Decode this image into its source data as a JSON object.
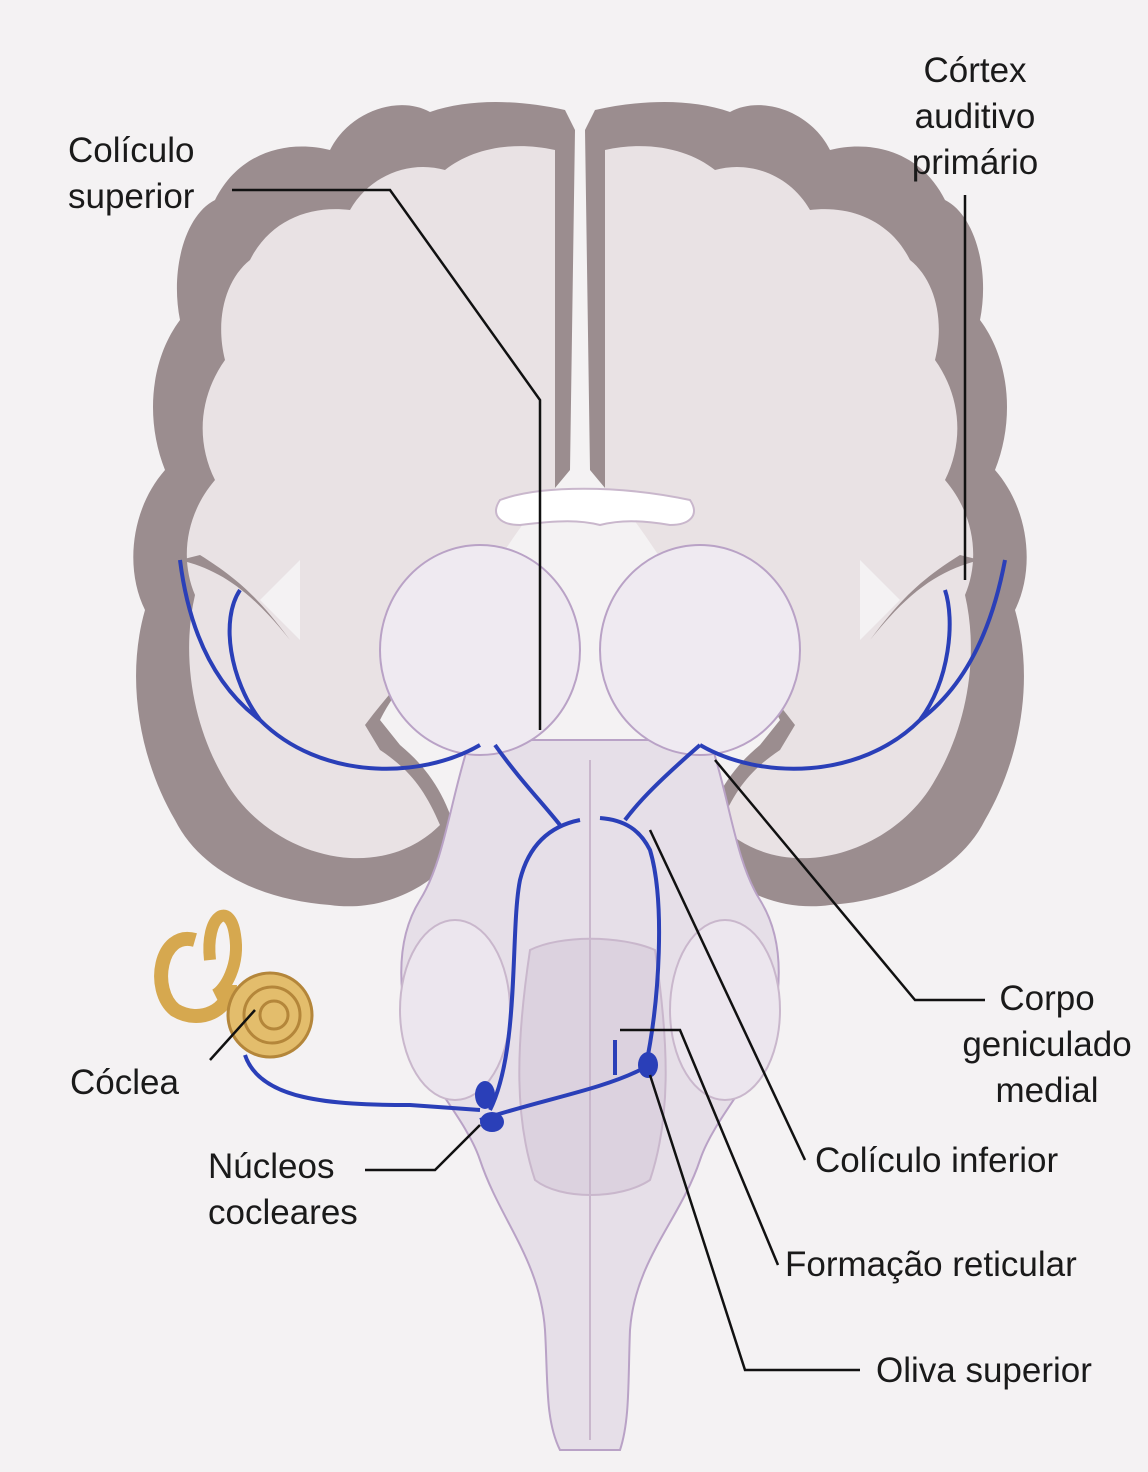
{
  "labels": {
    "coliculo_superior": [
      "Colículo",
      "superior"
    ],
    "cortex_auditivo": [
      "Córtex",
      "auditivo",
      "primário"
    ],
    "coclea": "Cóclea",
    "nucleos_cocleares": [
      "Núcleos",
      "cocleares"
    ],
    "corpo_geniculado": [
      "Corpo",
      "geniculado",
      "medial"
    ],
    "coliculo_inferior": "Colículo inferior",
    "formacao_reticular": "Formação reticular",
    "oliva_superior": "Oliva superior"
  },
  "colors": {
    "background": "#f4f2f3",
    "cortex_gray": "#9b8d8f",
    "white_matter": "#e9e2e4",
    "brainstem": "#e6dfe8",
    "pathway_blue": "#2a3fb8",
    "cochlea_gold": "#d6a84f",
    "leader_line": "#111111"
  }
}
